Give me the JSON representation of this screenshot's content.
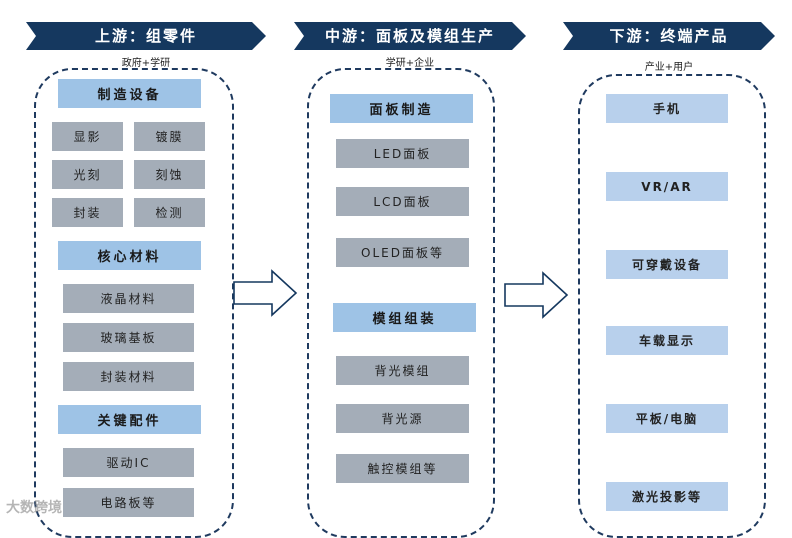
{
  "colors": {
    "banner": "#15385f",
    "dash_border": "#1f3a5f",
    "grey_box": "#a4adb8",
    "blue_box": "#9ec3e6",
    "arrow_stroke": "#15385f"
  },
  "upstream": {
    "title": "上游：组零件",
    "subtitle": "政府+学研",
    "section1": {
      "header": "制造设备",
      "items": [
        "显影",
        "镀膜",
        "光刻",
        "刻蚀",
        "封装",
        "检测"
      ]
    },
    "section2": {
      "header": "核心材料",
      "items": [
        "液晶材料",
        "玻璃基板",
        "封装材料"
      ]
    },
    "section3": {
      "header": "关键配件",
      "items": [
        "驱动IC",
        "电路板等"
      ]
    }
  },
  "midstream": {
    "title": "中游：面板及模组生产",
    "subtitle": "学研+企业",
    "section1": {
      "header": "面板制造",
      "items": [
        "LED面板",
        "LCD面板",
        "OLED面板等"
      ]
    },
    "section2": {
      "header": "模组组装",
      "items": [
        "背光模组",
        "背光源",
        "触控模组等"
      ]
    }
  },
  "downstream": {
    "title": "下游：终端产品",
    "subtitle": "产业+用户",
    "items": [
      "手机",
      "VR/AR",
      "可穿戴设备",
      "车载显示",
      "平板/电脑",
      "激光投影等"
    ]
  },
  "watermark": "大数跨境"
}
